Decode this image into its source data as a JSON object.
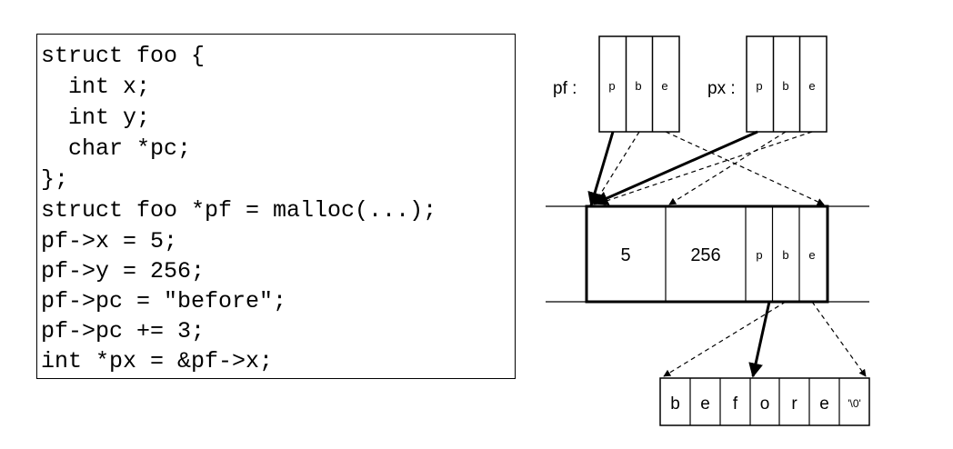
{
  "code": {
    "lines": [
      "struct foo {",
      "  int x;",
      "  int y;",
      "  char *pc;",
      "};",
      "struct foo *pf = malloc(...);",
      "pf->x = 5;",
      "pf->y = 256;",
      "pf->pc = \"before\";",
      "pf->pc += 3;",
      "int *px = &pf->x;"
    ]
  },
  "diagram": {
    "pf_label": "pf :",
    "px_label": "px :",
    "pointer_fields": [
      "p",
      "b",
      "e"
    ],
    "struct_x": "5",
    "struct_y": "256",
    "string_chars": [
      "b",
      "e",
      "f",
      "o",
      "r",
      "e",
      "'\\0'"
    ]
  }
}
